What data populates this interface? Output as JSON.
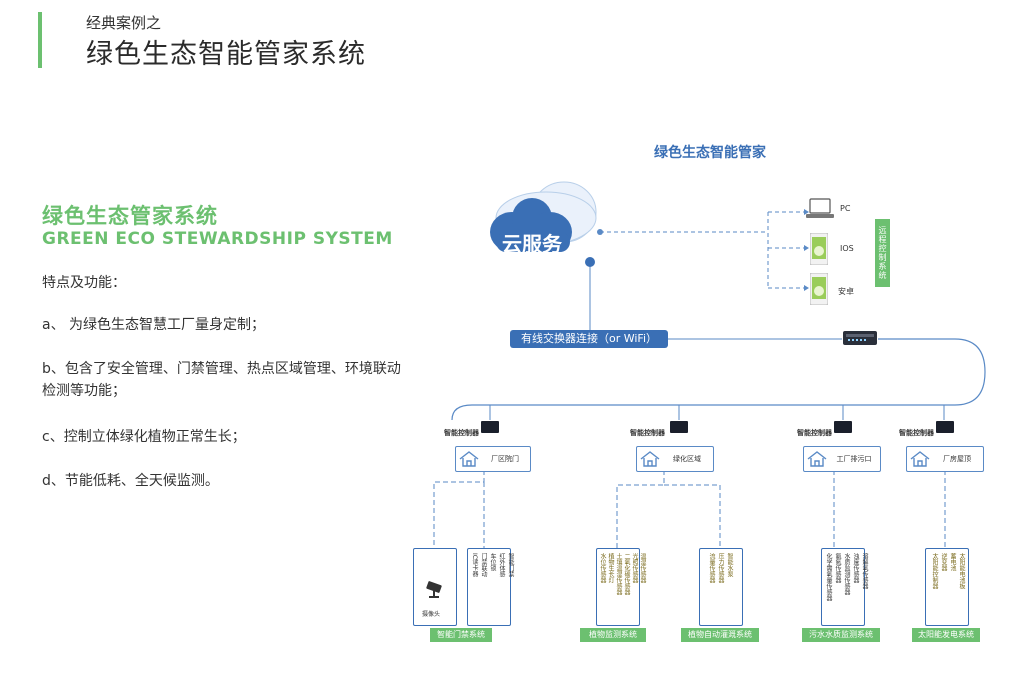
{
  "header": {
    "subtitle": "经典案例之",
    "title": "绿色生态智能管家系统"
  },
  "intro": {
    "title_cn": "绿色生态管家系统",
    "title_en": "GREEN ECO STEWARDSHIP SYSTEM",
    "features_heading": "特点及功能：",
    "features": [
      "a、 为绿色生态智慧工厂量身定制；",
      "b、包含了安全管理、门禁管理、热点区域管理、环境联动检测等功能；",
      "c、控制立体绿化植物正常生长；",
      "d、节能低耗、全天候监测。"
    ]
  },
  "diagram": {
    "title": "绿色生态智能管家",
    "cloud": "云服务",
    "devices": [
      {
        "label": "PC",
        "icon": "laptop-icon"
      },
      {
        "label": "IOS",
        "icon": "phone-icon"
      },
      {
        "label": "安卓",
        "icon": "phone-icon"
      }
    ],
    "remote": "远程控制系统",
    "switch_label": "有线交换器连接（or WiFi）",
    "controller_label": "智能控制器",
    "zones": [
      "厂区院门",
      "绿化区域",
      "工厂排污口",
      "厂房屋顶"
    ],
    "sensor_groups": [
      {
        "items": [],
        "caption": "摄像头",
        "icon": "camera-icon",
        "color": "#333333"
      },
      {
        "items": [
          "智能门禁",
          "红外体感",
          "车位锁",
          "门禁联动",
          "IC读卡器"
        ],
        "caption": "",
        "color": "#333333"
      },
      {
        "items": [
          "温湿传感器",
          "光照传感器",
          "二氧化碳传感器",
          "土壤温湿传感器",
          "植物生长灯",
          "水位传感器"
        ],
        "caption": "",
        "color": "#7a6a1c"
      },
      {
        "items": [
          "智能水泵",
          "压力传感器",
          "流量传感器"
        ],
        "caption": "",
        "color": "#7a6a1c"
      },
      {
        "items": [
          "溶解氧传感器",
          "浊度传感器",
          "水质监测传感器",
          "氨氮传感器",
          "化学需氧量传感器"
        ],
        "caption": "",
        "color": "#333333"
      },
      {
        "items": [
          "太阳能电池板",
          "蓄电池",
          "逆变器",
          "太阳能控制器"
        ],
        "caption": "",
        "color": "#7a6a1c"
      }
    ],
    "systems": [
      "智能门禁系统",
      "植物监测系统",
      "植物自动灌溉系统",
      "污水水质监测系统",
      "太阳能发电系统"
    ]
  }
}
